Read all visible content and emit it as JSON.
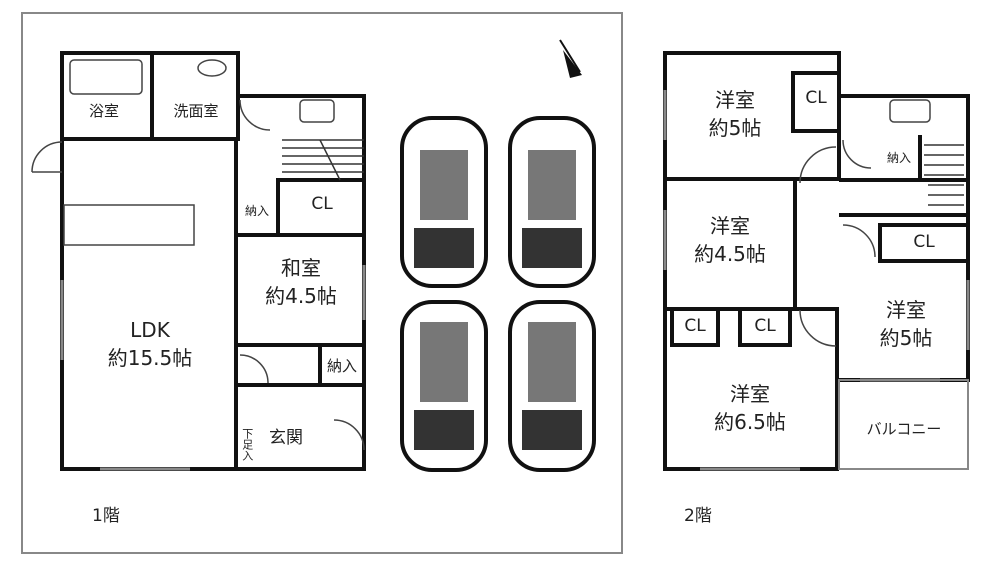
{
  "floors": [
    {
      "label": "1階",
      "rooms": {
        "bath": "浴室",
        "washroom": "洗面室",
        "ldk_name": "LDK",
        "ldk_size": "約15.5帖",
        "washitsu_name": "和室",
        "washitsu_size": "約4.5帖",
        "closet": "CL",
        "storage_stair": "納入",
        "storage_hall": "納入",
        "entrance": "玄関",
        "shoe_box": "下足入"
      }
    },
    {
      "label": "2階",
      "rooms": {
        "youshitsu_a_name": "洋室",
        "youshitsu_a_size": "約5帖",
        "youshitsu_b_name": "洋室",
        "youshitsu_b_size": "約4.5帖",
        "youshitsu_c_name": "洋室",
        "youshitsu_c_size": "約5帖",
        "youshitsu_d_name": "洋室",
        "youshitsu_d_size": "約6.5帖",
        "closet_a": "CL",
        "closet_b": "CL",
        "closet_c": "CL",
        "closet_d": "CL",
        "storage": "納入",
        "balcony": "バルコニー"
      }
    }
  ]
}
